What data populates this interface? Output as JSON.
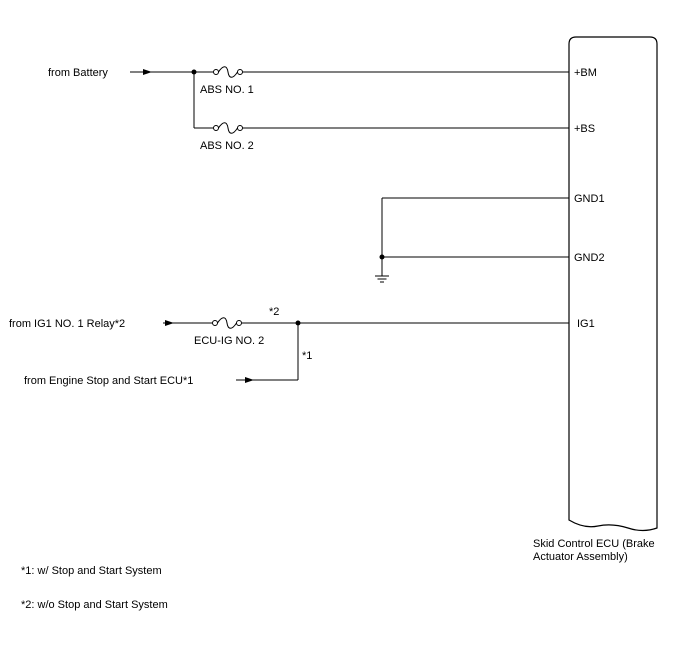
{
  "inputs": {
    "battery": "from Battery",
    "ig1_relay": "from IG1 NO. 1 Relay*2",
    "engine_ecu": "from Engine Stop and Start ECU*1"
  },
  "fuses": {
    "abs1": "ABS NO. 1",
    "abs2": "ABS NO. 2",
    "ecu_ig2": "ECU-IG NO. 2"
  },
  "markers": {
    "m2": "*2",
    "m1": "*1"
  },
  "terminals": {
    "bm": "+BM",
    "bs": "+BS",
    "gnd1": "GND1",
    "gnd2": "GND2",
    "ig1": "IG1"
  },
  "ecu": {
    "name_line1": "Skid Control ECU (Brake",
    "name_line2": "Actuator Assembly)"
  },
  "notes": {
    "note1": "*1: w/ Stop and Start System",
    "note2": "*2: w/o Stop and Start System"
  }
}
